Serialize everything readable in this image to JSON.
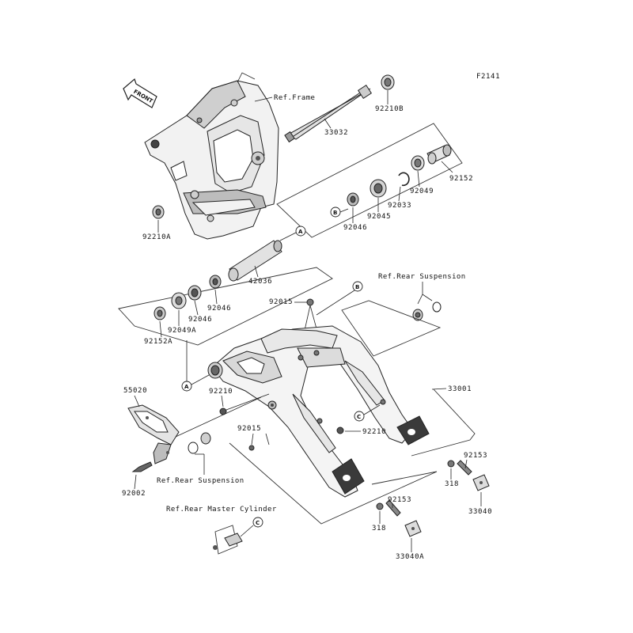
{
  "figure_code": "F2141",
  "front_arrow_text": "FRONT",
  "references": {
    "frame": "Ref.Frame",
    "rear_suspension_top": "Ref.Rear Suspension",
    "rear_suspension_bottom": "Ref.Rear Suspension",
    "rear_master_cylinder": "Ref.Rear Master Cylinder"
  },
  "callouts": {
    "A1": "A",
    "A2": "A",
    "B1": "B",
    "B2": "B",
    "C1": "C",
    "C2": "C"
  },
  "parts": {
    "p33032": "33032",
    "p92210B": "92210B",
    "p92152": "92152",
    "p92049": "92049",
    "p92033": "92033",
    "p92045": "92045",
    "p92046_top": "92046",
    "p92210A": "92210A",
    "p42036": "42036",
    "p92046_a": "92046",
    "p92046_b": "92046",
    "p92049A": "92049A",
    "p92152A": "92152A",
    "p92015_top": "92015",
    "p33001": "33001",
    "p55020": "55020",
    "p92210_left": "92210",
    "p92210_right": "92210",
    "p92015_bottom": "92015",
    "p92002": "92002",
    "p92153_right": "92153",
    "p318_right": "318",
    "p33040": "33040",
    "p92153_bottom": "92153",
    "p318_bottom": "318",
    "p33040A": "33040A"
  }
}
